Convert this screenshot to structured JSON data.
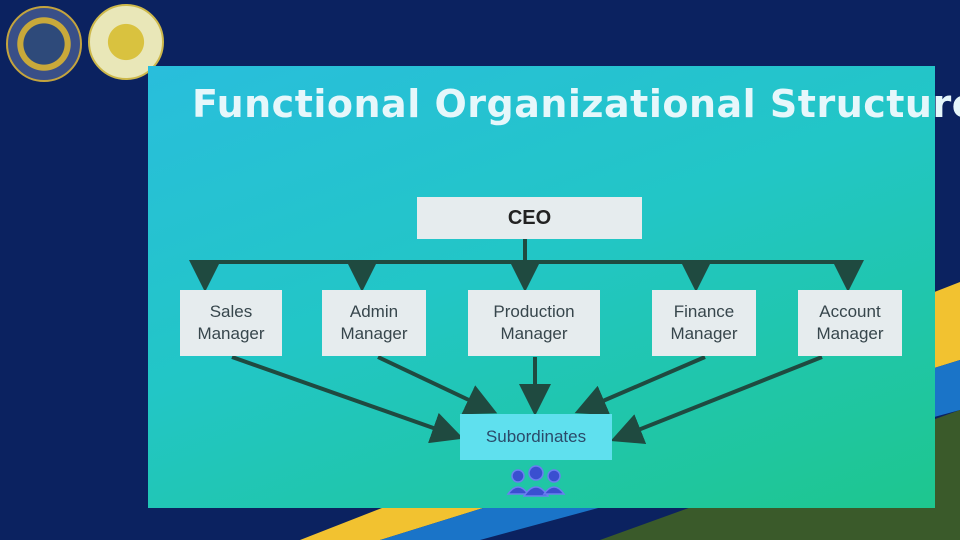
{
  "title": "Functional Organizational Structure",
  "ceo": "CEO",
  "managers": [
    {
      "line1": "Sales",
      "line2": "Manager"
    },
    {
      "line1": "Admin",
      "line2": "Manager"
    },
    {
      "line1": "Production",
      "line2": "Manager"
    },
    {
      "line1": "Finance",
      "line2": "Manager"
    },
    {
      "line1": "Account",
      "line2": "Manager"
    }
  ],
  "subordinates": "Subordinates",
  "icons": {
    "logo_left": "university-seal-icon",
    "logo_right": "emblem-icon",
    "people": "people-group-icon"
  },
  "colors": {
    "background": "#0b2260",
    "panel": "#22c6c6",
    "box": "#e6ecee",
    "arrow": "#1f4a40"
  }
}
